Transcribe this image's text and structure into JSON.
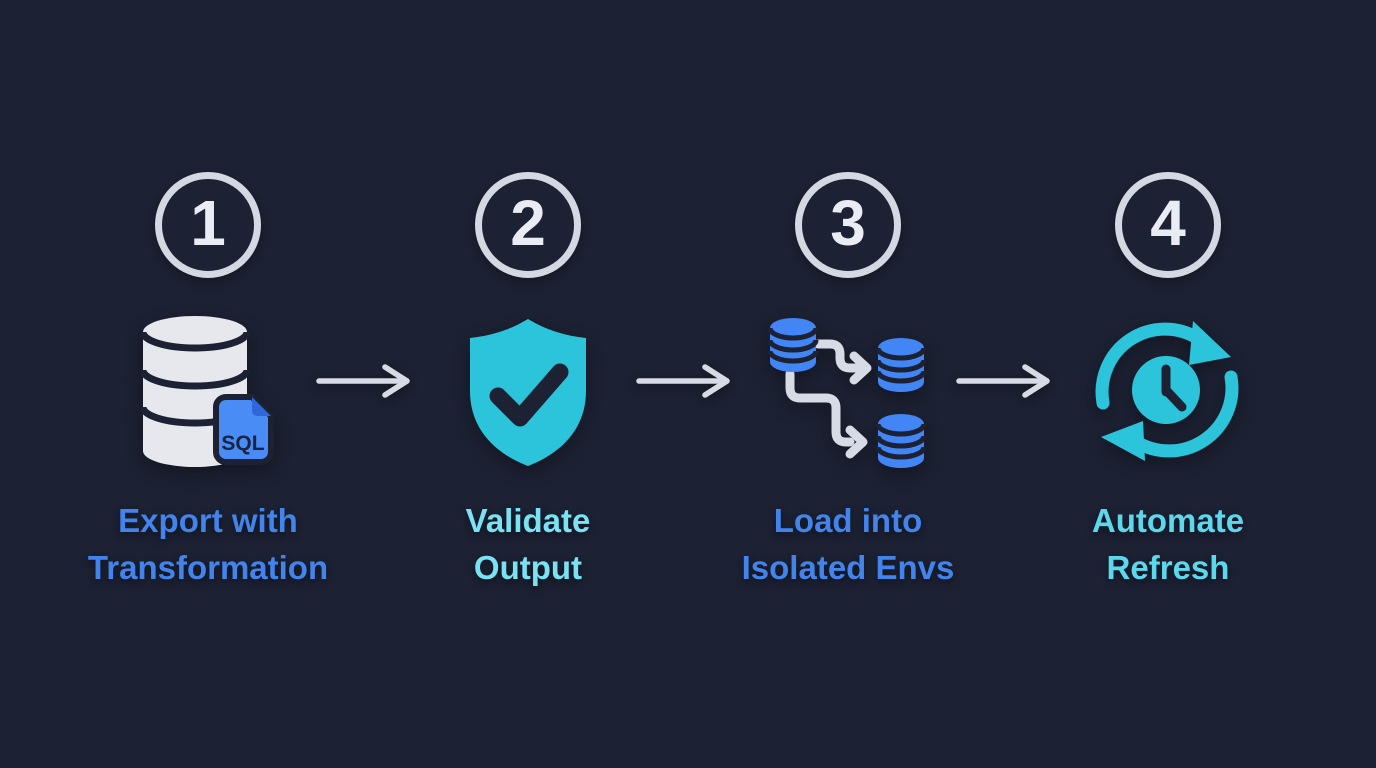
{
  "diagram": {
    "type": "process-flow",
    "direction": "left-to-right",
    "connector_style": "right-arrow",
    "connector_count": 3
  },
  "colors": {
    "background": "#1c2133",
    "silver_outline": "#d7dbe5",
    "number_text": "#e9ecf2",
    "icon_blue": "#4285f4",
    "icon_cyan": "#2bc4db",
    "cylinder_light": "#e6e8ee",
    "sql_badge_blue": "#4a8cf5",
    "sql_badge_fold": "#2f66d8",
    "label_blue": "#4284ec",
    "label_cyan_light": "#79e3f4",
    "label_cyan": "#5cd8ee"
  },
  "steps": [
    {
      "number": "1",
      "icon": "database-sql-export-icon",
      "badge_text": "SQL",
      "label_line1": "Export with",
      "label_line2": "Transformation",
      "label_color": "#4284ec"
    },
    {
      "number": "2",
      "icon": "shield-check-icon",
      "label_line1": "Validate",
      "label_line2": "Output",
      "label_color": "#79e3f4"
    },
    {
      "number": "3",
      "icon": "database-branch-icon",
      "label_line1": "Load into",
      "label_line2": "Isolated Envs",
      "label_color": "#4284ec"
    },
    {
      "number": "4",
      "icon": "refresh-clock-icon",
      "label_line1": "Automate",
      "label_line2": "Refresh",
      "label_color": "#5cd8ee"
    }
  ]
}
